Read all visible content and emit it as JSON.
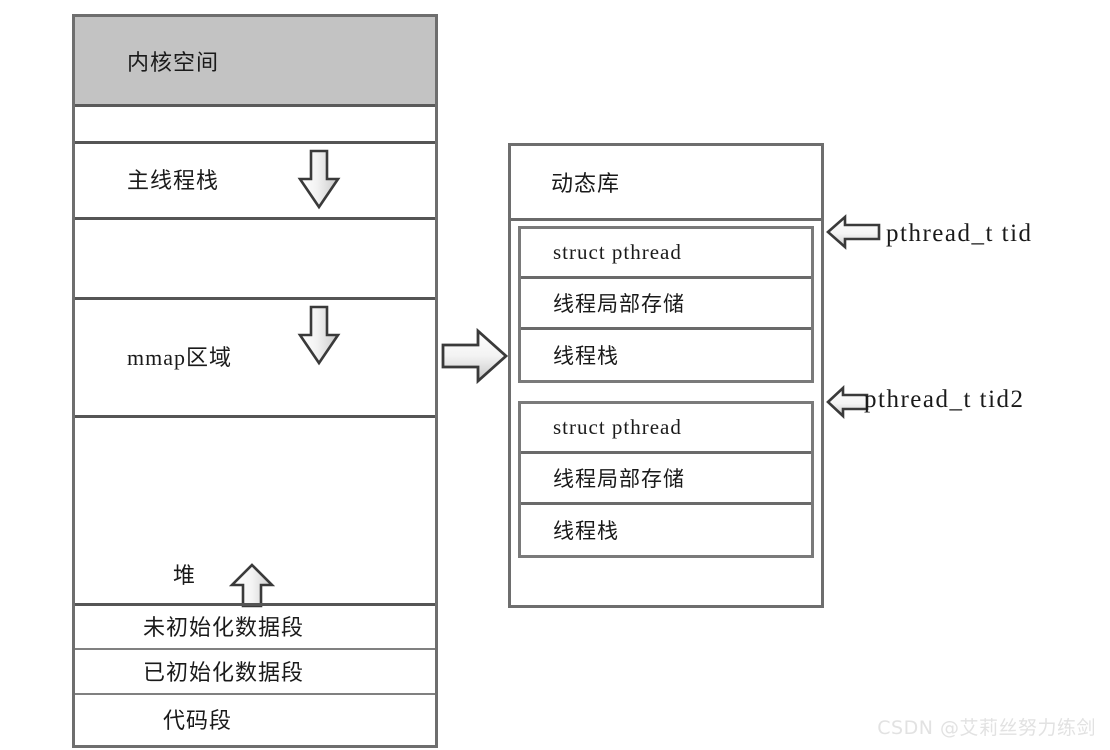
{
  "diagram": {
    "title": "Linux process address space and pthread layout",
    "colors": {
      "kernel_fill": "#c3c3c3",
      "box_stroke": "#6e6e6e",
      "divider": "#555555",
      "text": "#1a1a1a",
      "watermark": "#e2e2e2"
    }
  },
  "process_space": {
    "segments": [
      {
        "id": "kernel",
        "label": "内核空间",
        "shaded": true
      },
      {
        "id": "gap-top",
        "label": ""
      },
      {
        "id": "main-stack",
        "label": "主线程栈",
        "arrow": "down-arrow"
      },
      {
        "id": "gap-mid",
        "label": ""
      },
      {
        "id": "mmap",
        "label": "mmap区域",
        "arrow": "down-arrow"
      },
      {
        "id": "heap",
        "label": "堆",
        "arrow": "up-arrow"
      },
      {
        "id": "bss",
        "label": "未初始化数据段"
      },
      {
        "id": "data",
        "label": "已初始化数据段"
      },
      {
        "id": "text",
        "label": "代码段"
      }
    ]
  },
  "connector": {
    "icon": "right-arrow",
    "label": ""
  },
  "dynamic_library": {
    "header": "动态库",
    "threads": [
      {
        "id": "thread-1",
        "rows": [
          "struct pthread",
          "线程局部存储",
          "线程栈"
        ],
        "handle_label": "pthread_t tid",
        "handle_icon": "left-arrow"
      },
      {
        "id": "thread-2",
        "rows": [
          "struct pthread",
          "线程局部存储",
          "线程栈"
        ],
        "handle_label": "pthread_t tid2",
        "handle_icon": "left-arrow"
      }
    ]
  },
  "watermark": {
    "text": "CSDN @艾莉丝努力练剑"
  }
}
